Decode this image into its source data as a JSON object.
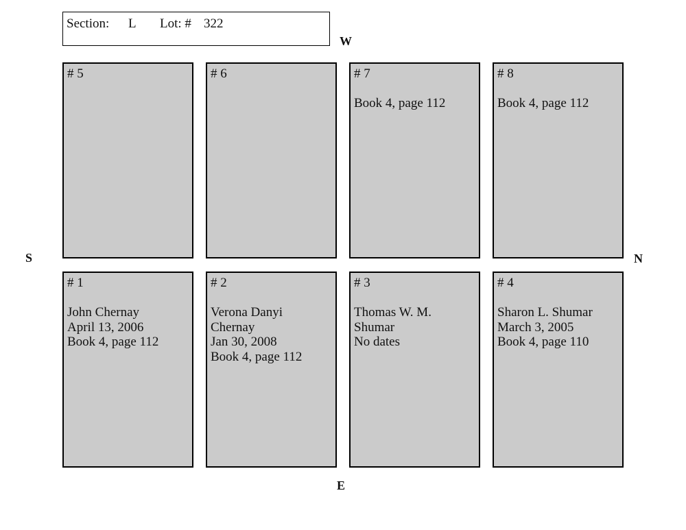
{
  "header": {
    "section_label": "Section:",
    "section_value": "L",
    "lot_label": "Lot: #",
    "lot_value": "322"
  },
  "compass": {
    "west": "W",
    "east": "E",
    "south": "S",
    "north": "N"
  },
  "plots": {
    "p5": {
      "number": "# 5",
      "lines": []
    },
    "p6": {
      "number": "# 6",
      "lines": []
    },
    "p7": {
      "number": "# 7",
      "lines": [
        "Book 4, page 112"
      ]
    },
    "p8": {
      "number": "# 8",
      "lines": [
        "Book 4, page 112"
      ]
    },
    "p1": {
      "number": "# 1",
      "lines": [
        "John Chernay",
        "April 13, 2006",
        "Book 4, page 112"
      ]
    },
    "p2": {
      "number": "# 2",
      "lines": [
        "Verona Danyi",
        "Chernay",
        "Jan 30, 2008",
        "Book 4, page 112"
      ]
    },
    "p3": {
      "number": "# 3",
      "lines": [
        "Thomas W. M.",
        "Shumar",
        "No dates"
      ]
    },
    "p4": {
      "number": "# 4",
      "lines": [
        "Sharon L. Shumar",
        "March 3, 2005",
        "Book 4, page 110"
      ]
    }
  }
}
